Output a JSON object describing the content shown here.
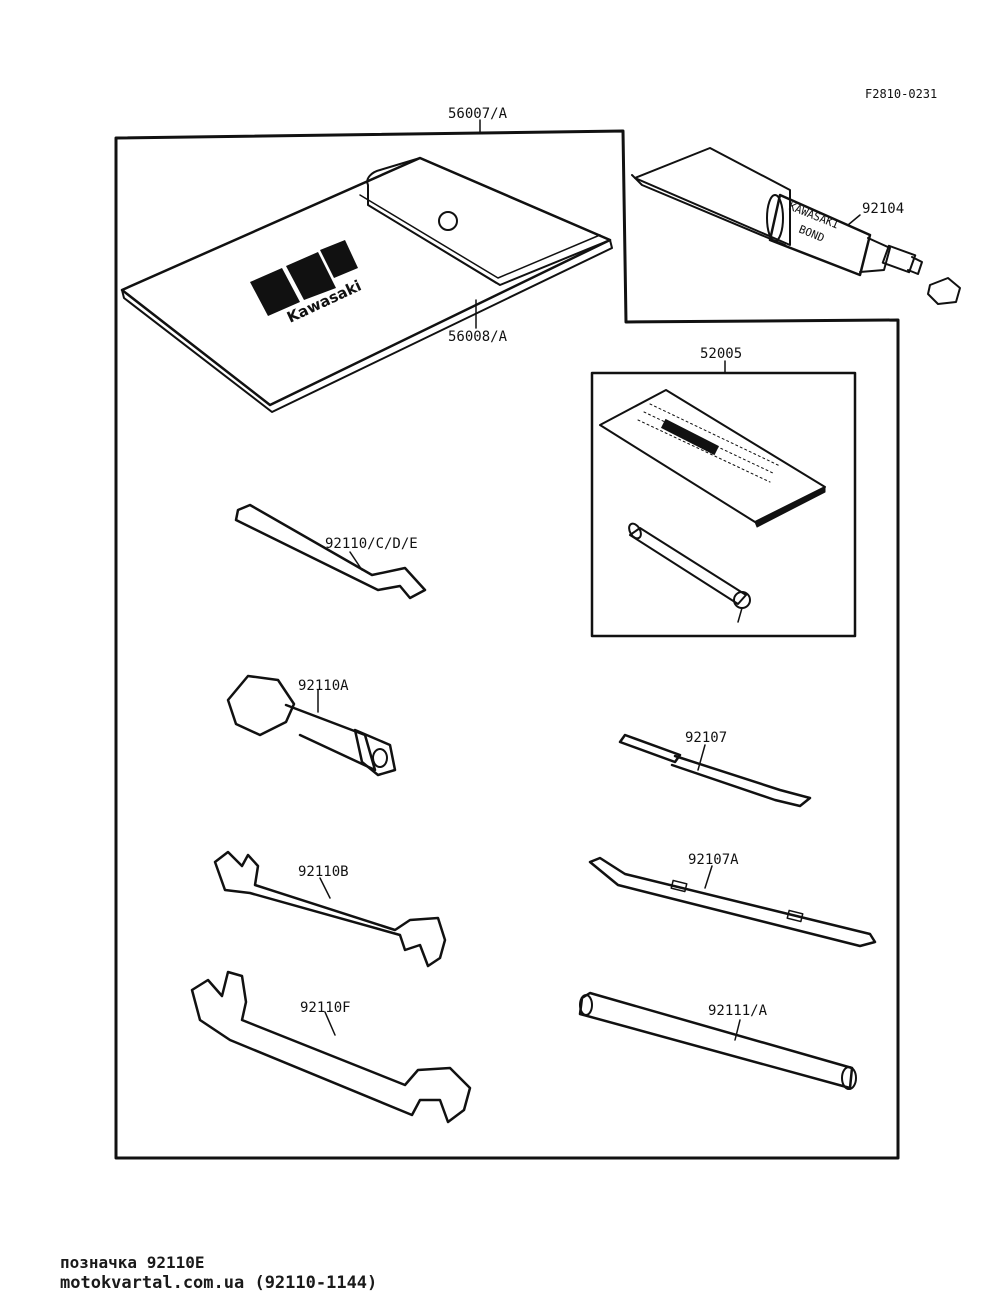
{
  "drawing_ref": "F2810-0231",
  "parts": {
    "tool_kit": "56007/A",
    "pouch": "56008/A",
    "bond": "92104",
    "bond_tube_text_1": "KAWASAKI",
    "bond_tube_text_2": "BOND",
    "pouch_logo": "Kawasaki",
    "manual_set": "52005",
    "pin_spanner": "92110/C/D/E",
    "plug_wrench": "92110A",
    "screwdriver": "92107",
    "wrench_b": "92110B",
    "screwdriver_a": "92107A",
    "wrench_f": "92110F",
    "handle_bar": "92111/A"
  },
  "footer": {
    "caption": "позначка 92110E",
    "source": "motokvartal.com.ua (92110-1144)"
  }
}
